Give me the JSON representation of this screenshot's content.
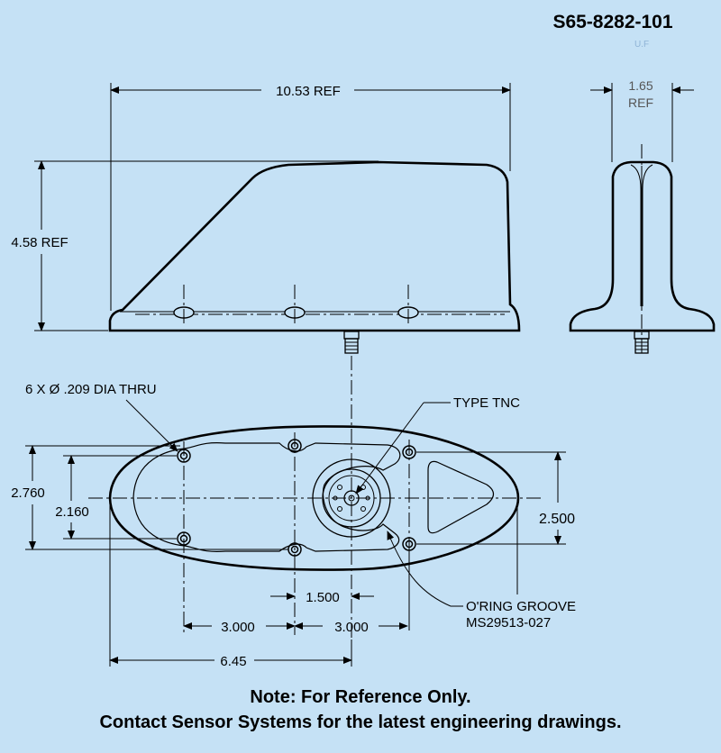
{
  "drawing": {
    "part_number": "S65-8282-101",
    "ghost_text": "U.F"
  },
  "side_view": {
    "length_label": "10.53 REF",
    "height_label": "4.58 REF"
  },
  "end_view": {
    "width_label_line1": "1.65",
    "width_label_line2": "REF"
  },
  "bottom_view": {
    "holes_callout": "6 X Ø .209 DIA THRU",
    "connector_callout": "TYPE TNC",
    "oring_callout_line1": "O'RING GROOVE",
    "oring_callout_line2": "MS29513-027",
    "outer_width_label": "2.760",
    "inner_width_label": "2.160",
    "right_width_label": "2.500",
    "dim_1500": "1.500",
    "dim_3000_left": "3.000",
    "dim_3000_right": "3.000",
    "dim_645": "6.45"
  },
  "notes": {
    "line1": "Note:  For Reference Only.",
    "line2": "Contact Sensor Systems for the latest engineering drawings."
  },
  "colors": {
    "background": "#c5e1f5",
    "ink": "#000000"
  }
}
